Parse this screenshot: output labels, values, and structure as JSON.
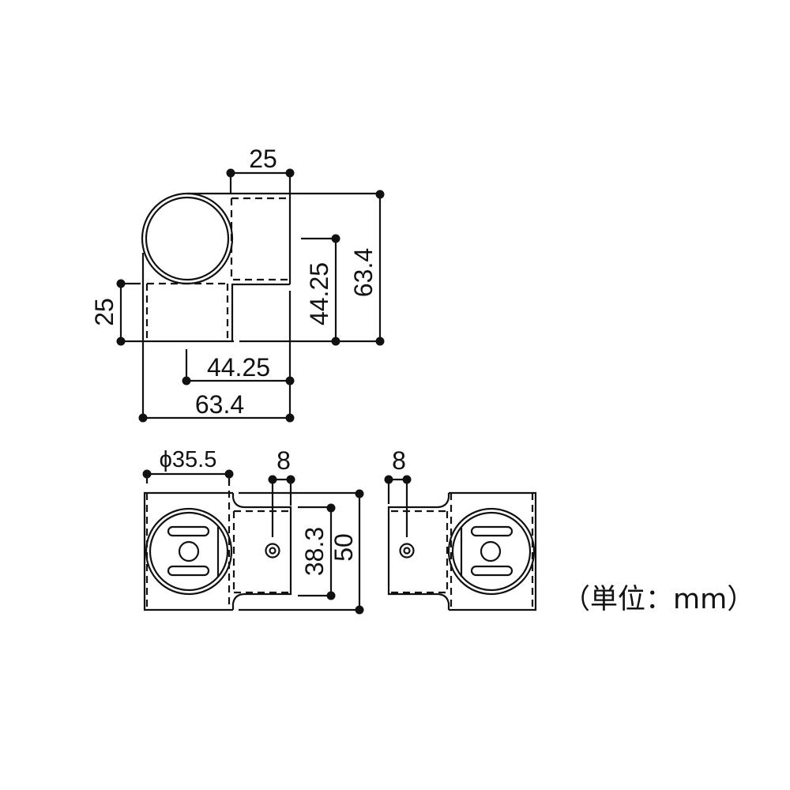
{
  "drawing": {
    "title": "T-joint pipe connector dimension drawing",
    "stroke_color": "#111111",
    "background": "#ffffff",
    "top_view": {
      "dims": {
        "top_width": "25",
        "left_height": "25",
        "inner_height": "44.25",
        "outer_height": "63.4",
        "inner_width": "44.25",
        "outer_width": "63.4"
      }
    },
    "front_view": {
      "dims": {
        "pipe_diameter": "ϕ35.5",
        "hole_offset": "8",
        "tab_height": "38.3",
        "body_height": "50"
      }
    },
    "side_view": {
      "dims": {
        "hole_offset": "8"
      }
    },
    "unit_label": "（単位：mm）"
  }
}
